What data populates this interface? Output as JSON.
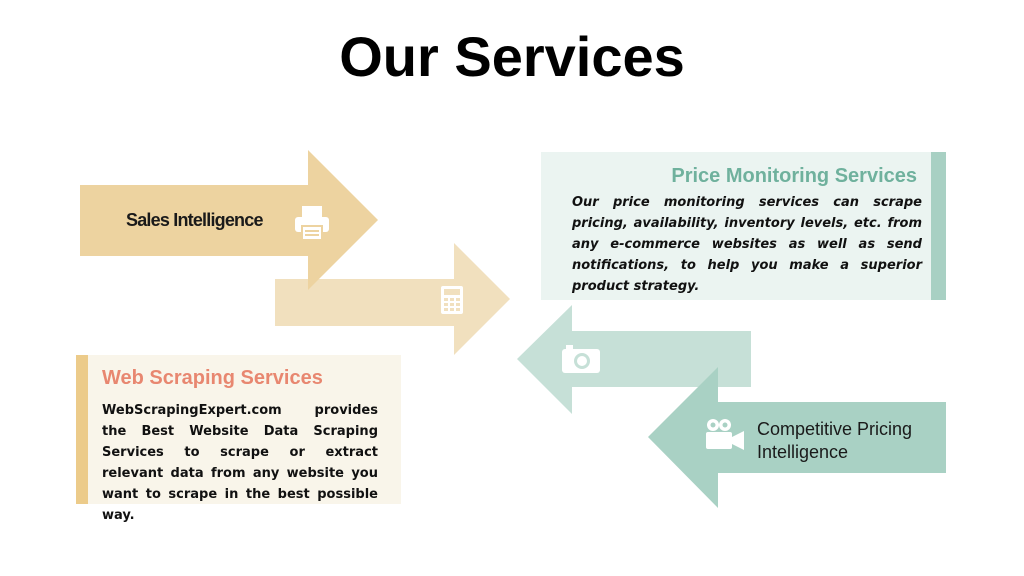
{
  "title": "Our Services",
  "arrows": {
    "sales": {
      "label": "Sales Intelligence",
      "icon": "printer-icon"
    },
    "calculator": {
      "icon": "calculator-icon"
    },
    "camera": {
      "icon": "camera-icon"
    },
    "competitive": {
      "label": "Competitive Pricing Intelligence",
      "icon": "video-camera-icon"
    }
  },
  "price_monitoring": {
    "heading": "Price Monitoring Services",
    "body": "Our price monitoring services can scrape pricing, availability, inventory levels, etc. from any e-commerce websites as well as send notifications, to help you make a superior product strategy."
  },
  "web_scraping": {
    "heading": "Web Scraping Services",
    "body": "WebScrapingExpert.com provides the Best Website Data Scraping Services to scrape or extract relevant data from any website you want to scrape in the best possible way."
  },
  "colors": {
    "sales_arrow": "#edd3a0",
    "calc_arrow": "#f1e0be",
    "camera_arrow": "#c6e0d7",
    "competitive_arrow": "#a9d1c4",
    "price_heading": "#6fb19d",
    "web_heading": "#e88770"
  }
}
